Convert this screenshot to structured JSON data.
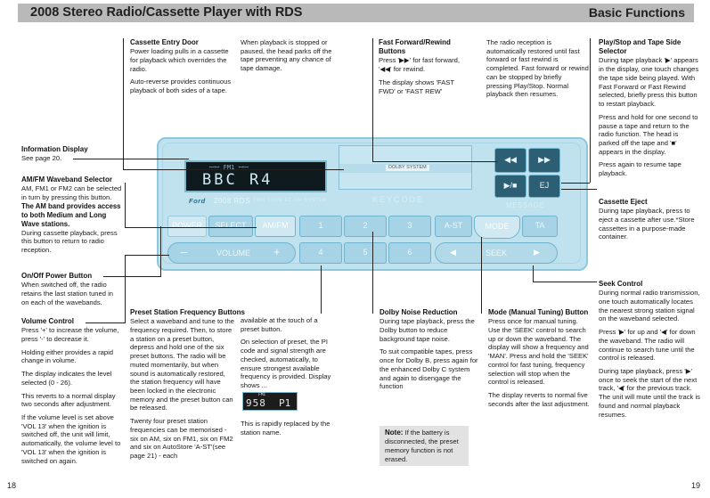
{
  "header": {
    "title": "2008 Stereo Radio/Cassette Player with RDS",
    "section": "Basic Functions"
  },
  "cassette_entry": {
    "heading": "Cassette Entry Door",
    "p1": "Power loading pulls in a cassette for playback which overrides the radio.",
    "p2": "Auto-reverse provides continuous playback of both sides of a tape.",
    "p3": "When playback is stopped or paused, the head parks off the tape preventing any chance of tape damage."
  },
  "fast_forward": {
    "heading": "Fast Forward/Rewind Buttons",
    "p1": "Press '▶▶' for fast forward, '◀◀' for rewind.",
    "p2": "The display shows 'FAST FWD' or 'FAST REW'",
    "p3": "The radio reception is automatically restored until fast forward or fast rewind is completed. Fast forward or rewind can be stopped by briefly pressing Play/Stop. Normal playback then resumes."
  },
  "play_stop": {
    "heading": "Play/Stop and Tape Side Selector",
    "p1": "During tape playback '▶' appears in the display, one touch changes the tape side being played. With Fast Forward or Fast Rewind selected, briefly press this button to restart playback.",
    "p2": "Press and hold for one second to pause a tape and return to the radio function. The head is parked off the tape and '■' appears in the display.",
    "p3": "Press again to resume tape playback."
  },
  "info_display": {
    "heading": "Information Display",
    "p1": "See page 20."
  },
  "amfm": {
    "heading": "AM/FM Waveband Selector",
    "p1": "AM, FM1 or FM2 can be selected in turn by pressing this button.",
    "p1b": "The AM band provides access to both Medium and Long Wave stations.",
    "p2": "During cassette playback, press this button to return to radio reception."
  },
  "power": {
    "heading": "On/Off Power Button",
    "p1": "When switched off, the radio retains the last station tuned in on each of the wavebands."
  },
  "volume": {
    "heading": "Volume Control",
    "p1": "Press '+' to increase the volume, press '-' to decrease it.",
    "p2": "Holding either provides a rapid change in volume.",
    "p3": "The display indicates the level selected (0 - 26).",
    "p4": "This reverts to a normal display two seconds after adjustment.",
    "p5": "If the volume level is set above 'VOL 13' when the ignition is switched off, the unit will limit, automatically, the volume level to 'VOL 13' when the ignition is switched on again."
  },
  "preset": {
    "heading": "Preset Station Frequency Buttons",
    "p1": "Select a waveband and tune to the frequency required. Then, to store a station on a preset button, depress and hold one of the six preset buttons. The radio will be muted momentarily, but when sound is automatically restored, the station frequency will have been locked in the electronic memory and the preset button can be released.",
    "p2": "Twenty four preset station frequencies can be memorised - six on AM, six on FM1, six on FM2 and six on AutoStore 'A-ST'(see page 21) - each",
    "p3": "available at the touch of a preset button.",
    "p4": "On selection of preset, the PI code and signal strength are checked, automatically, to ensure strongest available frequency is provided. Display shows ...",
    "p5": "This is rapidly replaced by the station name.",
    "display_freq": "958",
    "display_suffix": "P1",
    "display_band": "FM1"
  },
  "dolby": {
    "heading": "Dolby Noise Reduction",
    "p1": "During tape playback, press the Dolby button to reduce background tape noise.",
    "p2": "To suit compatible tapes, press once for Dolby B, press again for the enhanced Dolby C system and again to disengage the function",
    "note_label": "Note:",
    "note_text": "If the battery is disconnected, the preset memory function is not erased."
  },
  "mode": {
    "heading": "Mode (Manual Tuning) Button",
    "p1": "Press once for manual tuning. Use the 'SEEK' control to search up or down the waveband. The display will show a frequency and 'MAN'. Press and hold the 'SEEK' control for fast tuning, frequency selection will stop when the control is released.",
    "p2": "The display reverts to normal five seconds after the last adjustment."
  },
  "eject": {
    "heading": "Cassette Eject",
    "p1": "During tape playback, press to eject a cassette after use.*Store cassettes in a purpose-made container."
  },
  "seek": {
    "heading": "Seek Control",
    "p1": "During normal radio transmission, one touch automatically locates the nearest strong station signal on the waveband selected.",
    "p2": "Press '▶' for up and '◀' for down the waveband. The radio will continue to search tune until the control is released.",
    "p3": "During tape playback, press '▶' once to seek the start of the next track, '◀' for the previous track. The unit will mute until the track is found and normal playback resumes."
  },
  "radio": {
    "lcd_top": "ꟷꟷ FM1 ꟷꟷ",
    "lcd_main": "BBC R4",
    "brand": "Ford",
    "model": "2008 RDS",
    "model_sub": "TWO TONE EC-CH SYSTEM",
    "keycode": "KEYCODE",
    "dolby_label": "DOLBY SYSTEM",
    "btn_power": "POWER",
    "btn_select": "SELECT",
    "btn_amfm": "AM/FM",
    "btn_volume": "VOLUME",
    "btn_minus": "–",
    "btn_plus": "+",
    "btn_1": "1",
    "btn_2": "2",
    "btn_3": "3",
    "btn_4": "4",
    "btn_5": "5",
    "btn_6": "6",
    "btn_ast": "A-ST",
    "btn_mode": "MODE",
    "btn_ta": "TA",
    "btn_seek": "SEEK",
    "btn_message": "MESSAGE",
    "btn_rew": "◀◀",
    "btn_ff": "▶▶",
    "btn_play": "▶/■",
    "btn_ej": "EJ",
    "btn_seek_left": "◀",
    "btn_seek_right": "▶"
  },
  "pages": {
    "left": "18",
    "right": "19"
  }
}
